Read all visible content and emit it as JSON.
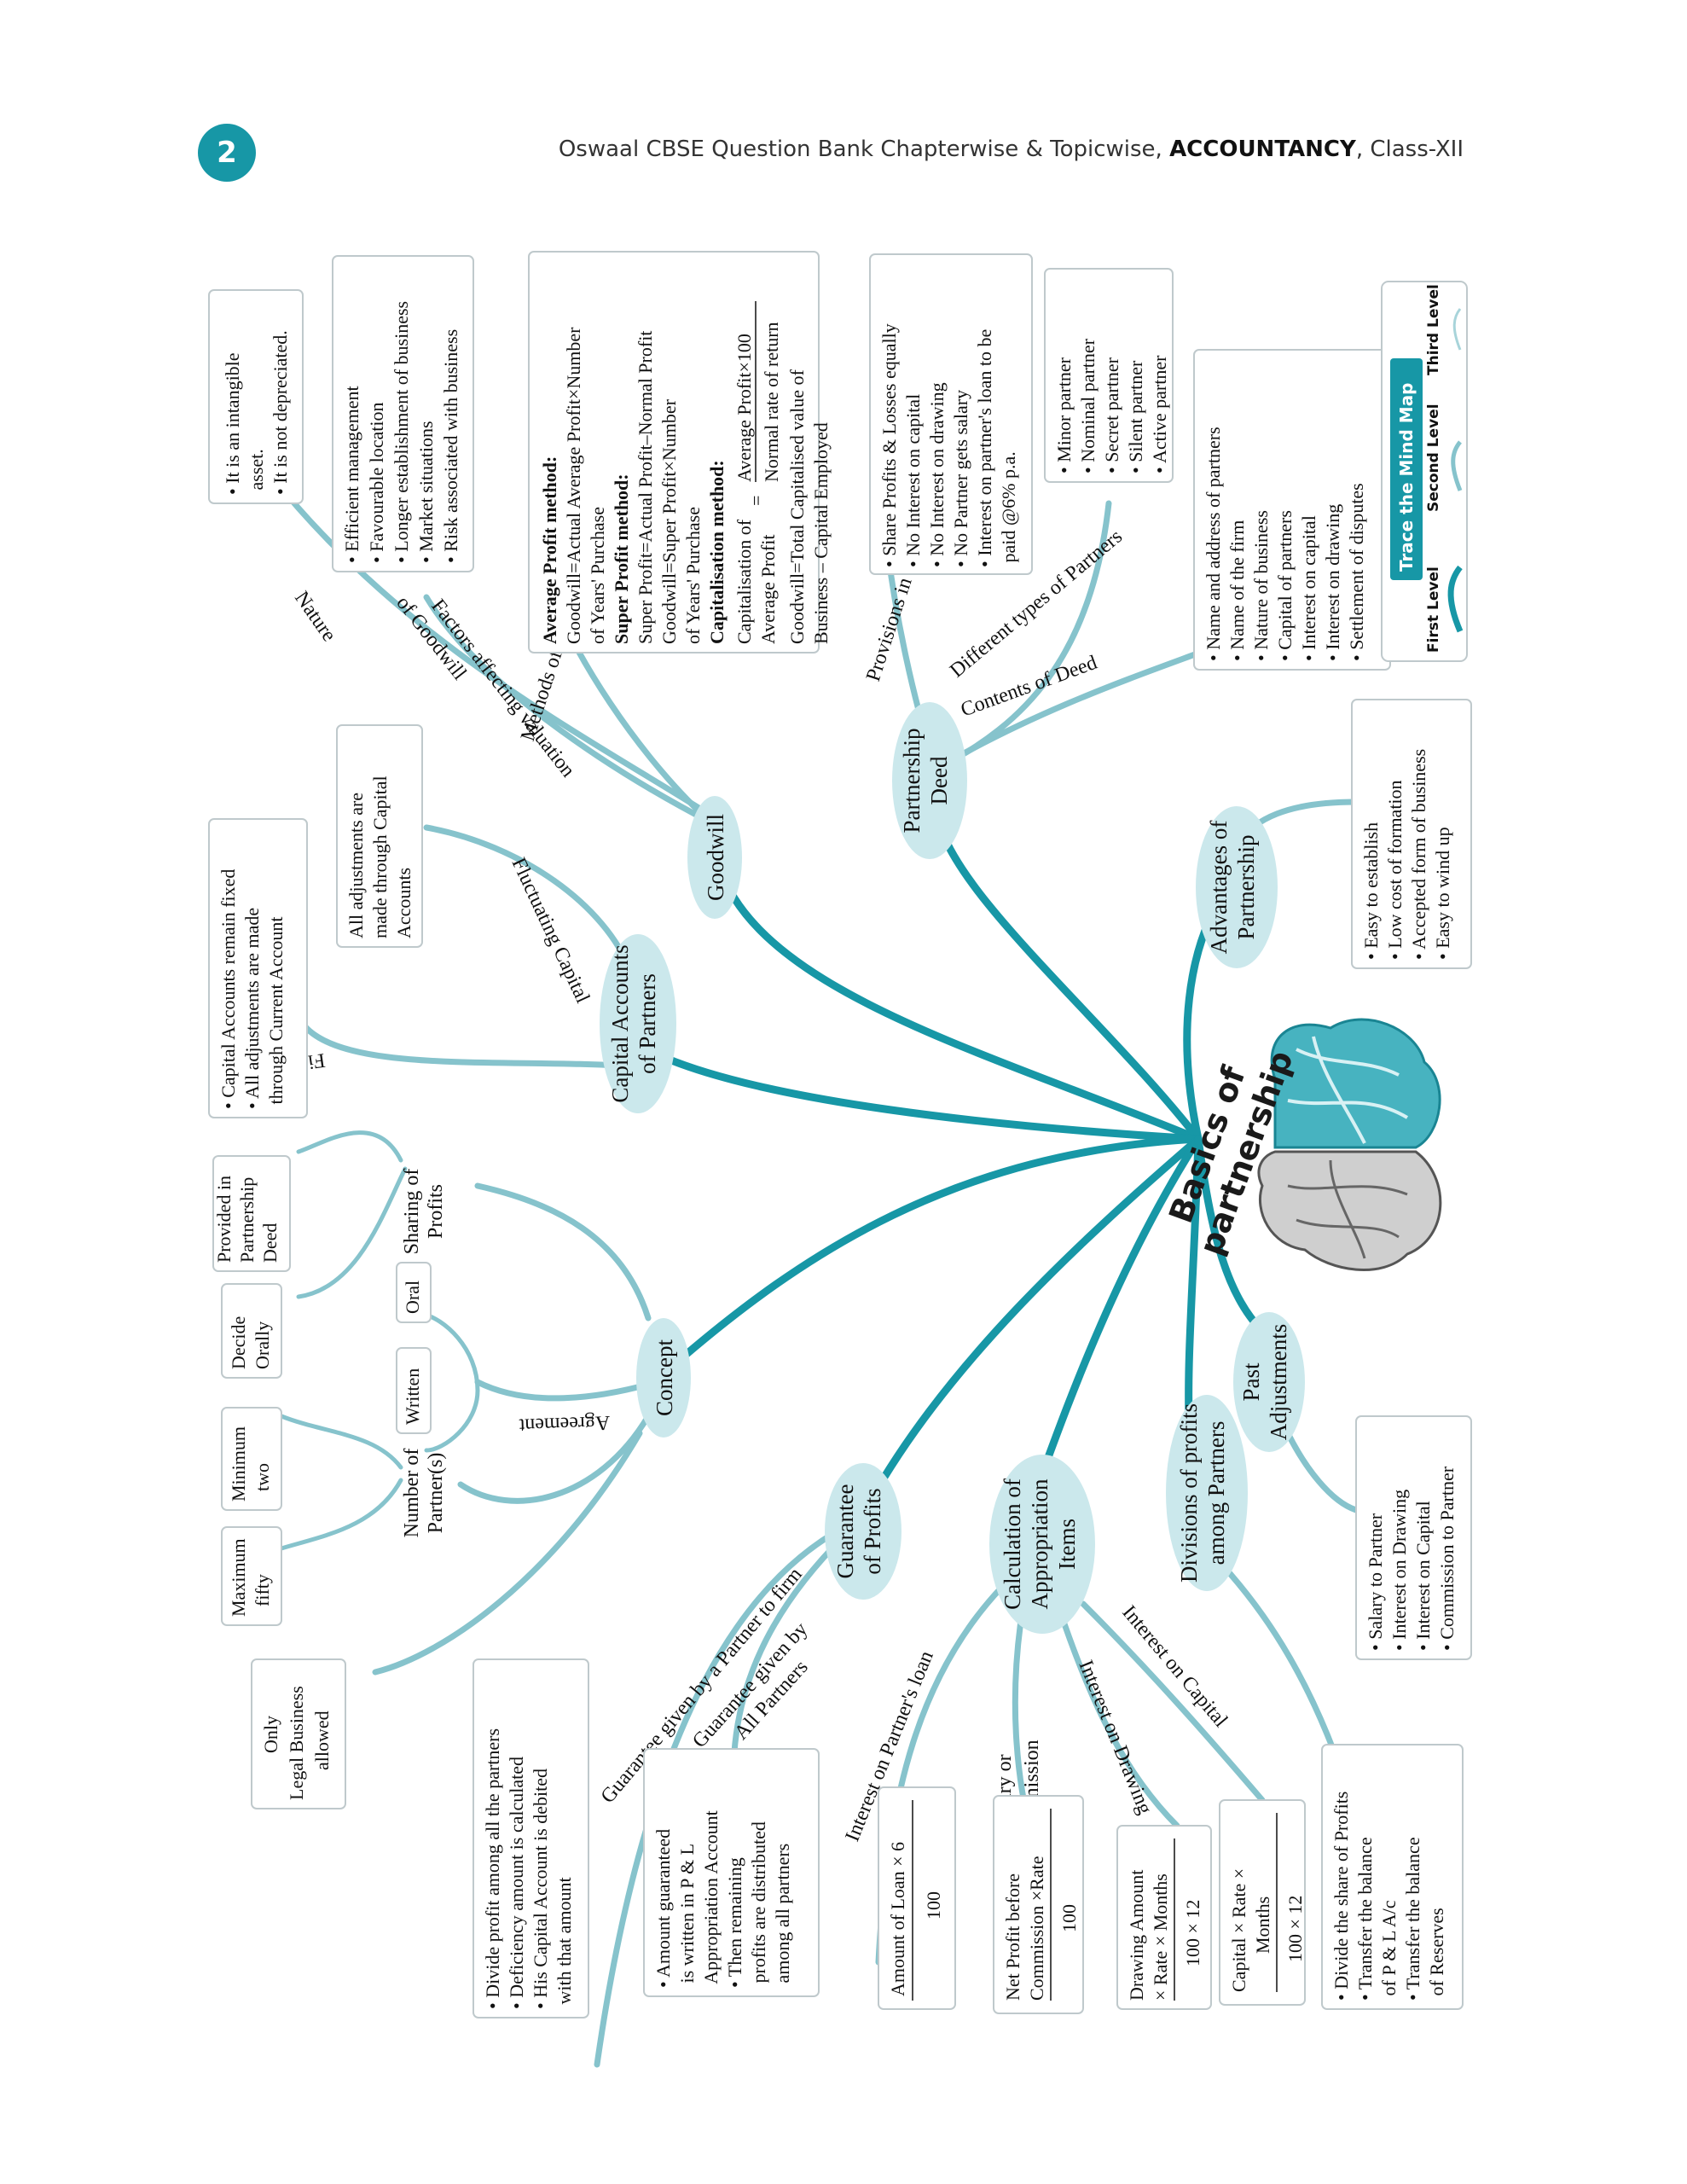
{
  "header": {
    "page_number": "2",
    "running_head_prefix": "Oswaal CBSE Question Bank Chapterwise & Topicwise, ",
    "running_head_subject": "ACCOUNTANCY",
    "running_head_suffix": ", Class-XII"
  },
  "colors": {
    "accent": "#1797a6",
    "branch_light": "#86c3cc",
    "node_fill": "#cbe8ec",
    "box_border": "#bfc9cc"
  },
  "center": {
    "line1": "Basics of",
    "line2": "partnership"
  },
  "legend": {
    "title": "Trace the  Mind Map",
    "level1": "First Level",
    "level2": "Second Level",
    "level3": "Third Level"
  },
  "nodes": {
    "goodwill": "Goodwill",
    "partnership_deed": [
      "Partnership",
      "Deed"
    ],
    "advantages": [
      "Advantages of",
      "Partnership"
    ],
    "capital_accounts": [
      "Capital Accounts",
      "of Partners"
    ],
    "concept": "Concept",
    "guarantee": [
      "Guarantee",
      "of Profits"
    ],
    "calculation": [
      "Calculation of",
      "Appropriation",
      "Items"
    ],
    "divisions": [
      "Divisions of profits",
      "among Partners"
    ],
    "past_adjustments": [
      "Past",
      "Adjustments"
    ]
  },
  "branch_labels": {
    "nature": "Nature",
    "factors": [
      "Factors affecting valuation",
      "of Goodwill"
    ],
    "methods": "Methods of valuation of Goodwill",
    "provisions": "Provisions in the absence of Deed",
    "types": "Different types of Partners",
    "contents": "Contents of Deed",
    "fluctuating": "Fluctuating Capital",
    "fixed": "Fixed Capital",
    "sharing": [
      "Sharing of",
      "Profits"
    ],
    "agreement": "Agreement",
    "number": [
      "Number of",
      "Partner(s)"
    ],
    "guarantee_partner": "Guarantee given by a Partner to firm",
    "guarantee_all": [
      "Guarantee given by",
      "All Partners"
    ],
    "interest_loan": "Interest on Partner's loan",
    "salary": [
      "Salary or",
      "Commission"
    ],
    "interest_drawing": "Interest on Drawing",
    "interest_capital": "Interest on Capital"
  },
  "boxes": {
    "nature": [
      "• It is an intangible",
      "   asset.",
      "• It is not depreciated."
    ],
    "factors": [
      "• Efficient management",
      "• Favourable location",
      "• Longer establishment of business",
      "• Market situations",
      "• Risk associated with business"
    ],
    "methods": {
      "avg_title": "Average Profit method:",
      "avg_line1": "Goodwill=Actual Average Profit×Number",
      "avg_line2": "of Years' Purchase",
      "super_title": "Super Profit method:",
      "super_line1": "Super Profit=Actual Profit–Normal Profit",
      "super_line2": "Goodwill=Super Profit×Number",
      "super_line3": "of Years' Purchase",
      "cap_title": "Capitalisation method:",
      "cap_prefix": "Capitalisation of",
      "cap_prefix2": "Average Profit",
      "cap_eq": "=",
      "cap_num": "Average Profit×100",
      "cap_den": "Normal rate of return",
      "cap_line2": "Goodwill=Total Capitalised value of",
      "cap_line3": "Business – Capital Employed"
    },
    "provisions": [
      "• Share Profits & Losses equally",
      "• No Interest on capital",
      "• No Interest on drawing",
      "• No Partner gets salary",
      "• Interest on partner's loan to be",
      "   paid @6% p.a."
    ],
    "types": [
      "• Minor partner",
      "• Nominal partner",
      "• Secret partner",
      "• Silent partner",
      "• Active partner"
    ],
    "contents": [
      "• Name and address of partners",
      "• Name of the firm",
      "• Nature of business",
      "• Capital of partners",
      "• Interest on capital",
      "• Interest on drawing",
      "• Settlement of disputes"
    ],
    "advantages": [
      "• Easy to establish",
      "• Low cost of formation",
      "• Accepted form of business",
      "• Easy to wind up"
    ],
    "fluctuating": [
      "All adjustments are",
      "made through Capital",
      "Accounts"
    ],
    "fixed": [
      "• Capital Accounts remain fixed",
      "• All adjustments are made",
      "   through Current Account"
    ],
    "provided": [
      "Provided in",
      "Partnership",
      "Deed"
    ],
    "decide": [
      "Decide",
      "Orally"
    ],
    "oral": "Oral",
    "written": "Written",
    "minimum": [
      "Minimum",
      "two"
    ],
    "maximum": [
      "Maximum",
      "fifty"
    ],
    "legal": [
      "Only",
      "Legal Business",
      "allowed"
    ],
    "guarantee_partner": [
      "• Divide profit among all the partners",
      "• Deficiency amount is calculated",
      "• His Capital Account is debited",
      "   with that amount"
    ],
    "guarantee_all": [
      "• Amount guaranteed",
      "   is written in P & L",
      "   Appropriation Account",
      "• Then remaining",
      "   profits are distributed",
      "   among all partners"
    ],
    "interest_loan": {
      "num": "Amount of Loan × 6",
      "den": "100"
    },
    "salary": {
      "num1": "Net Profit before",
      "num2": "Commission ×Rate",
      "den": "100"
    },
    "interest_drawing": {
      "num1": "Drawing Amount",
      "num2": "× Rate × Months",
      "den": "100 × 12"
    },
    "interest_capital": {
      "num1": "Capital × Rate ×",
      "num2": "Months",
      "den": "100 × 12"
    },
    "divisions": [
      "• Divide the share of Profits",
      "• Transfer the balance",
      "   of P & L A/c",
      "• Transfer the balance",
      "   of Reserves"
    ],
    "past": [
      "• Salary to Partner",
      "• Interest on Drawing",
      "• Interest on Capital",
      "• Commission to Partner"
    ]
  }
}
